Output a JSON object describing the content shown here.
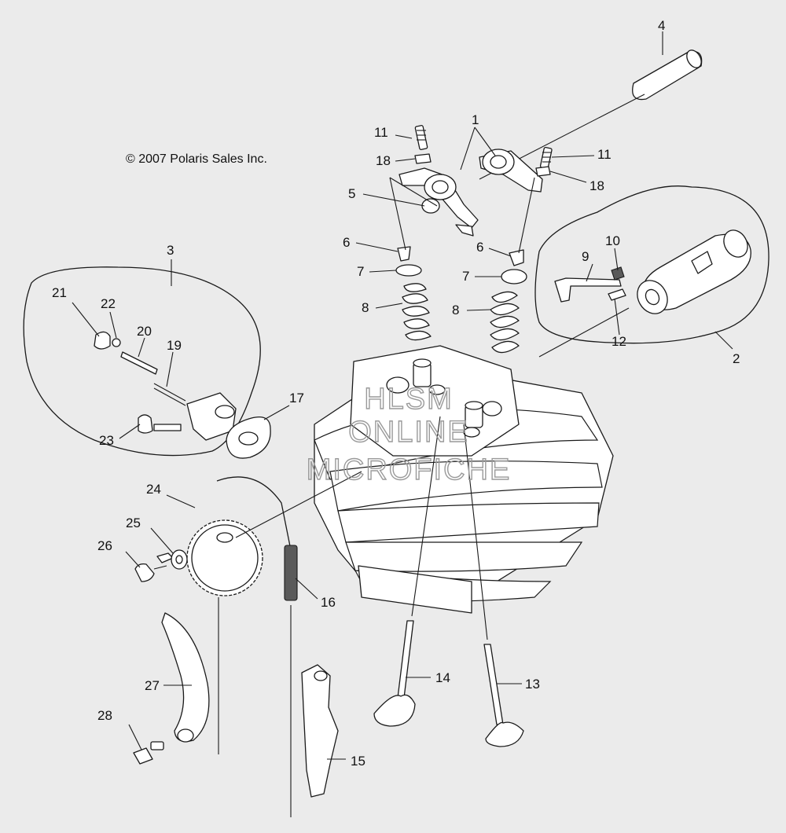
{
  "copyright": "© 2007 Polaris Sales Inc.",
  "watermark": {
    "line1": "HLSM",
    "line2": "ONLINE",
    "line3": "MICROFICHE"
  },
  "callouts": [
    {
      "id": "c1",
      "label": "1"
    },
    {
      "id": "c2",
      "label": "2"
    },
    {
      "id": "c3",
      "label": "3"
    },
    {
      "id": "c4",
      "label": "4"
    },
    {
      "id": "c5",
      "label": "5"
    },
    {
      "id": "c6a",
      "label": "6"
    },
    {
      "id": "c6b",
      "label": "6"
    },
    {
      "id": "c7a",
      "label": "7"
    },
    {
      "id": "c7b",
      "label": "7"
    },
    {
      "id": "c8a",
      "label": "8"
    },
    {
      "id": "c8b",
      "label": "8"
    },
    {
      "id": "c9",
      "label": "9"
    },
    {
      "id": "c10",
      "label": "10"
    },
    {
      "id": "c11a",
      "label": "11"
    },
    {
      "id": "c11b",
      "label": "11"
    },
    {
      "id": "c12",
      "label": "12"
    },
    {
      "id": "c13",
      "label": "13"
    },
    {
      "id": "c14",
      "label": "14"
    },
    {
      "id": "c15",
      "label": "15"
    },
    {
      "id": "c16",
      "label": "16"
    },
    {
      "id": "c17",
      "label": "17"
    },
    {
      "id": "c18a",
      "label": "18"
    },
    {
      "id": "c18b",
      "label": "18"
    },
    {
      "id": "c19",
      "label": "19"
    },
    {
      "id": "c20",
      "label": "20"
    },
    {
      "id": "c21",
      "label": "21"
    },
    {
      "id": "c22",
      "label": "22"
    },
    {
      "id": "c23",
      "label": "23"
    },
    {
      "id": "c24",
      "label": "24"
    },
    {
      "id": "c25",
      "label": "25"
    },
    {
      "id": "c26",
      "label": "26"
    },
    {
      "id": "c27",
      "label": "27"
    },
    {
      "id": "c28",
      "label": "28"
    }
  ]
}
